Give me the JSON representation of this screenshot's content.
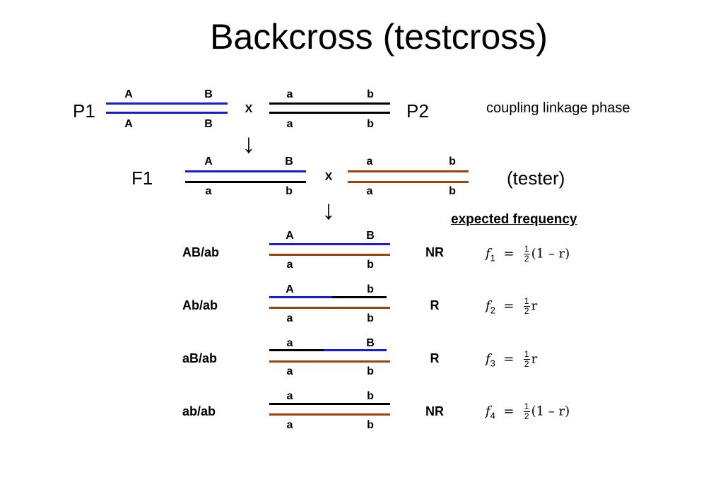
{
  "title": "Backcross (testcross)",
  "p1": {
    "label": "P1",
    "top_alleles": [
      "A",
      "B"
    ],
    "bottom_alleles": [
      "A",
      "B"
    ]
  },
  "p2": {
    "label": "P2",
    "top_alleles": [
      "a",
      "b"
    ],
    "bottom_alleles": [
      "a",
      "b"
    ]
  },
  "cross_symbol": "X",
  "phase_note": "coupling linkage phase",
  "f1": {
    "label": "F1",
    "top_alleles": [
      "A",
      "B"
    ],
    "bottom_alleles": [
      "a",
      "b"
    ]
  },
  "tester": {
    "label": "(tester)",
    "top_alleles": [
      "a",
      "b"
    ],
    "bottom_alleles": [
      "a",
      "b"
    ]
  },
  "arrow_glyph": "↓",
  "expected_frequency_heading": "expected frequency",
  "offspring": [
    {
      "genotype": "AB/ab",
      "top_alleles": [
        "A",
        "B"
      ],
      "bottom_alleles": [
        "a",
        "b"
      ],
      "class": "NR",
      "f": "f",
      "index": "1",
      "eq": "=",
      "num": "1",
      "den": "2",
      "expr": "(1 – r)"
    },
    {
      "genotype": "Ab/ab",
      "top_alleles": [
        "A",
        "b"
      ],
      "bottom_alleles": [
        "a",
        "b"
      ],
      "class": "R",
      "f": "f",
      "index": "2",
      "eq": "=",
      "num": "1",
      "den": "2",
      "expr": "r"
    },
    {
      "genotype": "aB/ab",
      "top_alleles": [
        "a",
        "B"
      ],
      "bottom_alleles": [
        "a",
        "b"
      ],
      "class": "R",
      "f": "f",
      "index": "3",
      "eq": "=",
      "num": "1",
      "den": "2",
      "expr": "r"
    },
    {
      "genotype": "ab/ab",
      "top_alleles": [
        "a",
        "b"
      ],
      "bottom_alleles": [
        "a",
        "b"
      ],
      "class": "NR",
      "f": "f",
      "index": "4",
      "eq": "=",
      "num": "1",
      "den": "2",
      "expr": "(1 – r)"
    }
  ],
  "colors": {
    "dominant_chromosome": "#1a1adc",
    "recessive_chromosome": "#000000",
    "tester_chromosome": "#a0420c"
  }
}
